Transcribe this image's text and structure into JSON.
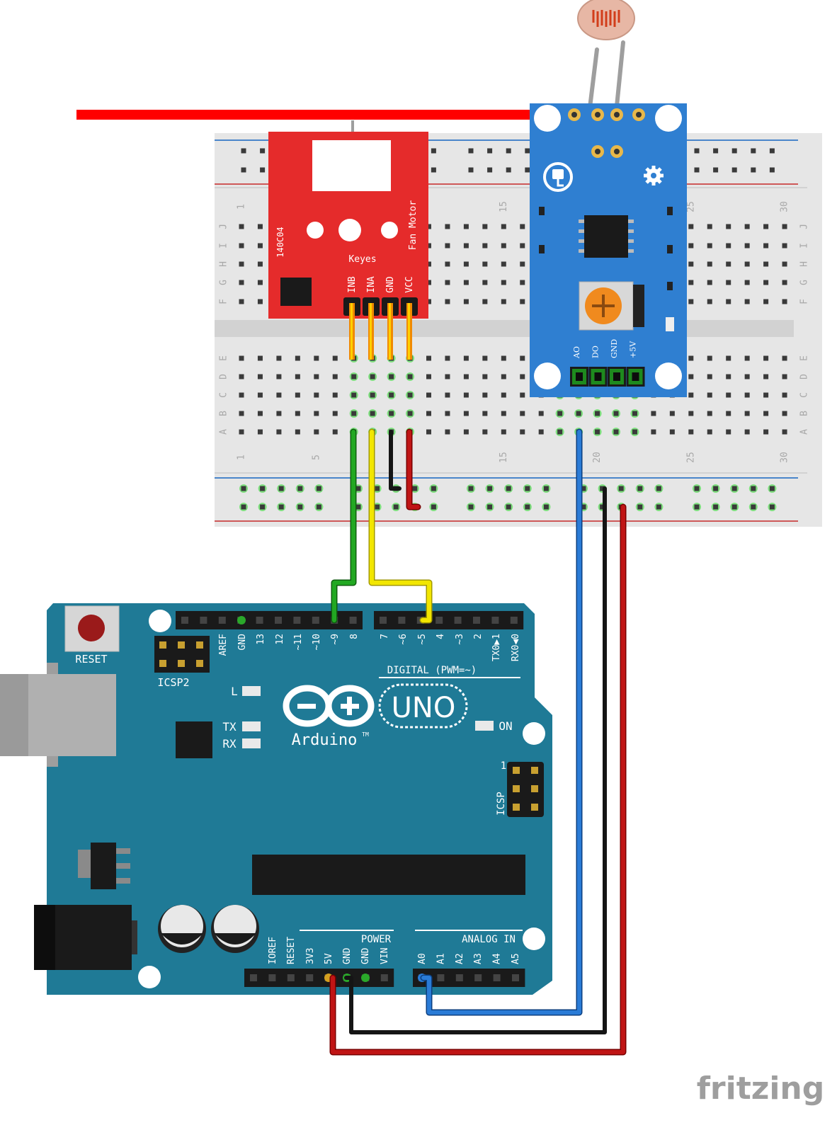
{
  "colors": {
    "board_blue": "#1f7a96",
    "breadboard": "#e6e6e6",
    "rail_red": "#c62828",
    "rail_blue": "#1565c0",
    "fan_module": "#e52b2b",
    "sensor_module": "#2f7fd1",
    "wire_red": "#c01515",
    "wire_black": "#151515",
    "wire_blue": "#2a7bd6",
    "wire_green": "#22a822",
    "wire_yellow": "#f2e600",
    "header_orange": "#f08a00"
  },
  "breadboard": {
    "row_letters_top": [
      "J",
      "I",
      "H",
      "G",
      "F"
    ],
    "row_letters_bottom": [
      "E",
      "D",
      "C",
      "B",
      "A"
    ],
    "column_numbers": [
      "1",
      "5",
      "15",
      "20",
      "25",
      "30"
    ]
  },
  "fan_module": {
    "chip_label": "140C04",
    "brand": "Keyes",
    "name": "Fan Motor",
    "pins": [
      "INB",
      "INA",
      "GND",
      "VCC"
    ]
  },
  "sensor_module": {
    "pins": [
      "AO",
      "DO",
      "GND",
      "+5V"
    ],
    "power_icon": "power-plug-icon",
    "gear_icon": "gear-icon",
    "ldr_icon": "photoresistor-icon"
  },
  "arduino": {
    "reset_label": "RESET",
    "icsp2_label": "ICSP2",
    "icsp_label": "ICSP",
    "icsp_pin1": "1",
    "digital_label": "DIGITAL (PWM=~)",
    "digital_pins": [
      "AREF",
      "GND",
      "13",
      "12",
      "~11",
      "~10",
      "~9",
      "8",
      "7",
      "~6",
      "~5",
      "4",
      "~3",
      "2",
      "TX0▶1",
      "RX0◀0"
    ],
    "led_l": "L",
    "led_tx": "TX",
    "led_rx": "RX",
    "led_on": "ON",
    "logo_text": "Arduino",
    "logo_tm": "TM",
    "uno": "UNO",
    "power_label": "POWER",
    "power_pins": [
      "IOREF",
      "RESET",
      "3V3",
      "5V",
      "GND",
      "GND",
      "VIN"
    ],
    "analog_label": "ANALOG IN",
    "analog_pins": [
      "A0",
      "A1",
      "A2",
      "A3",
      "A4",
      "A5"
    ]
  },
  "watermark": "fritzing"
}
